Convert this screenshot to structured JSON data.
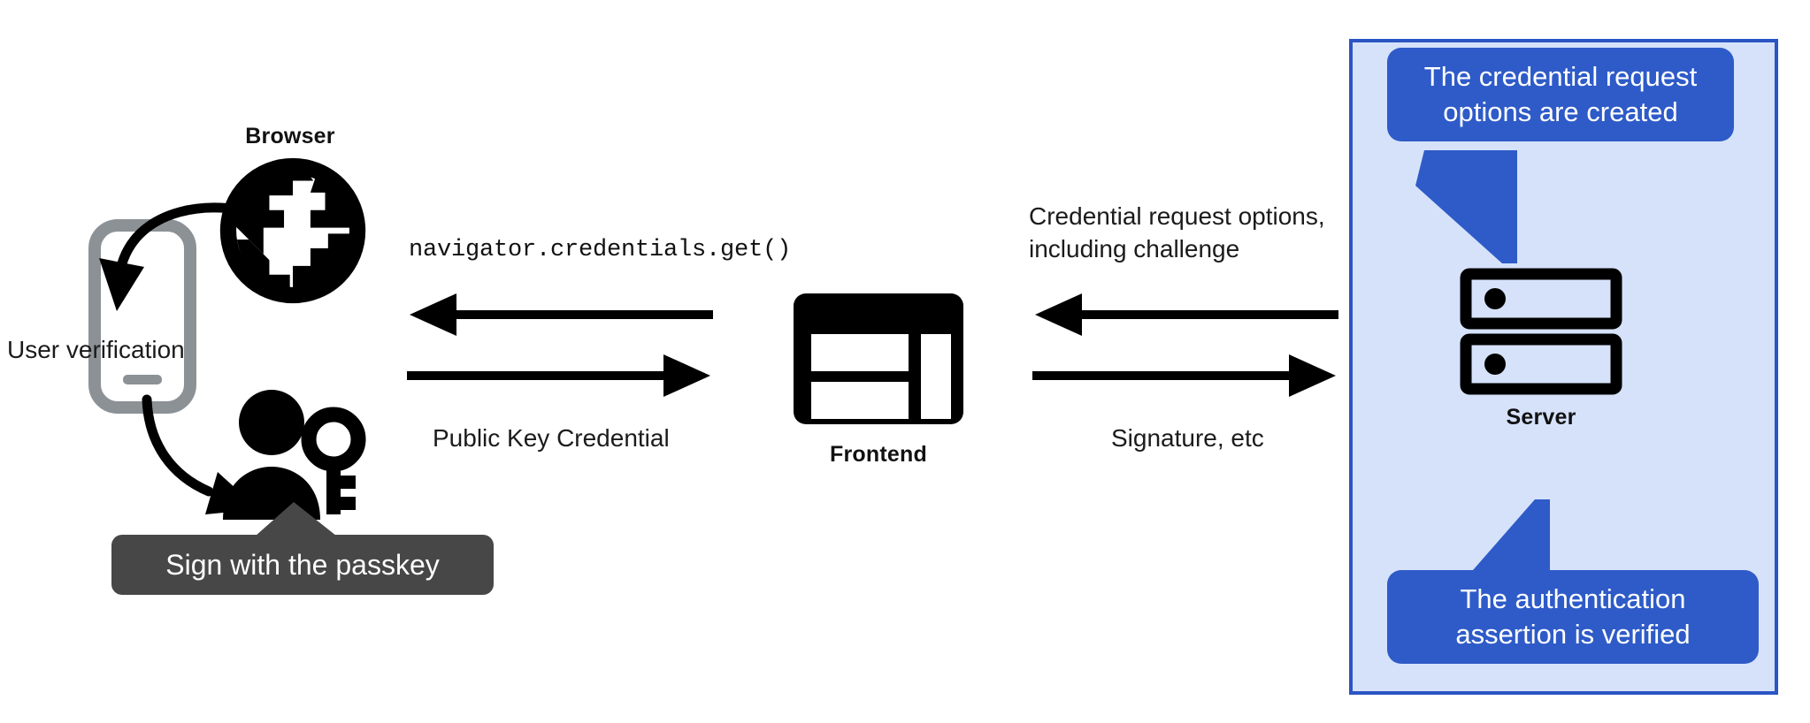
{
  "diagram": {
    "title": "WebAuthn passkey authentication flow",
    "colors": {
      "panel_fill": "#d6e2fa",
      "panel_border": "#2b55c4",
      "callout_blue": "#2e5bc8",
      "callout_dark": "#474747",
      "ink": "#111111",
      "device_gray": "#8c9196"
    }
  },
  "client": {
    "browser_label": "Browser",
    "browser_icon": "globe-icon",
    "device_icon": "phone-icon",
    "user_icon": "person-with-key-icon",
    "user_verification_label": "User verification",
    "passkey_tooltip": "Sign with the passkey"
  },
  "frontend": {
    "label": "Frontend",
    "icon": "web-layout-icon"
  },
  "server": {
    "label": "Server",
    "icon": "server-rack-icon",
    "callout_top": "The credential request\noptions are created",
    "callout_bottom": "The authentication\nassertion is verified"
  },
  "flows": {
    "browser_to_frontend_request": "navigator.credentials.get()",
    "frontend_to_browser_response": "Public Key Credential",
    "server_to_frontend": "Credential request options,\nincluding challenge",
    "frontend_to_server": "Signature, etc"
  },
  "arrows": {
    "left_inbound": "arrow-left-icon",
    "left_outbound": "arrow-right-icon",
    "right_inbound": "arrow-left-icon",
    "right_outbound": "arrow-right-icon",
    "browser_to_device": "curved-arrow-down-icon",
    "device_to_user": "curved-arrow-down-right-icon"
  }
}
